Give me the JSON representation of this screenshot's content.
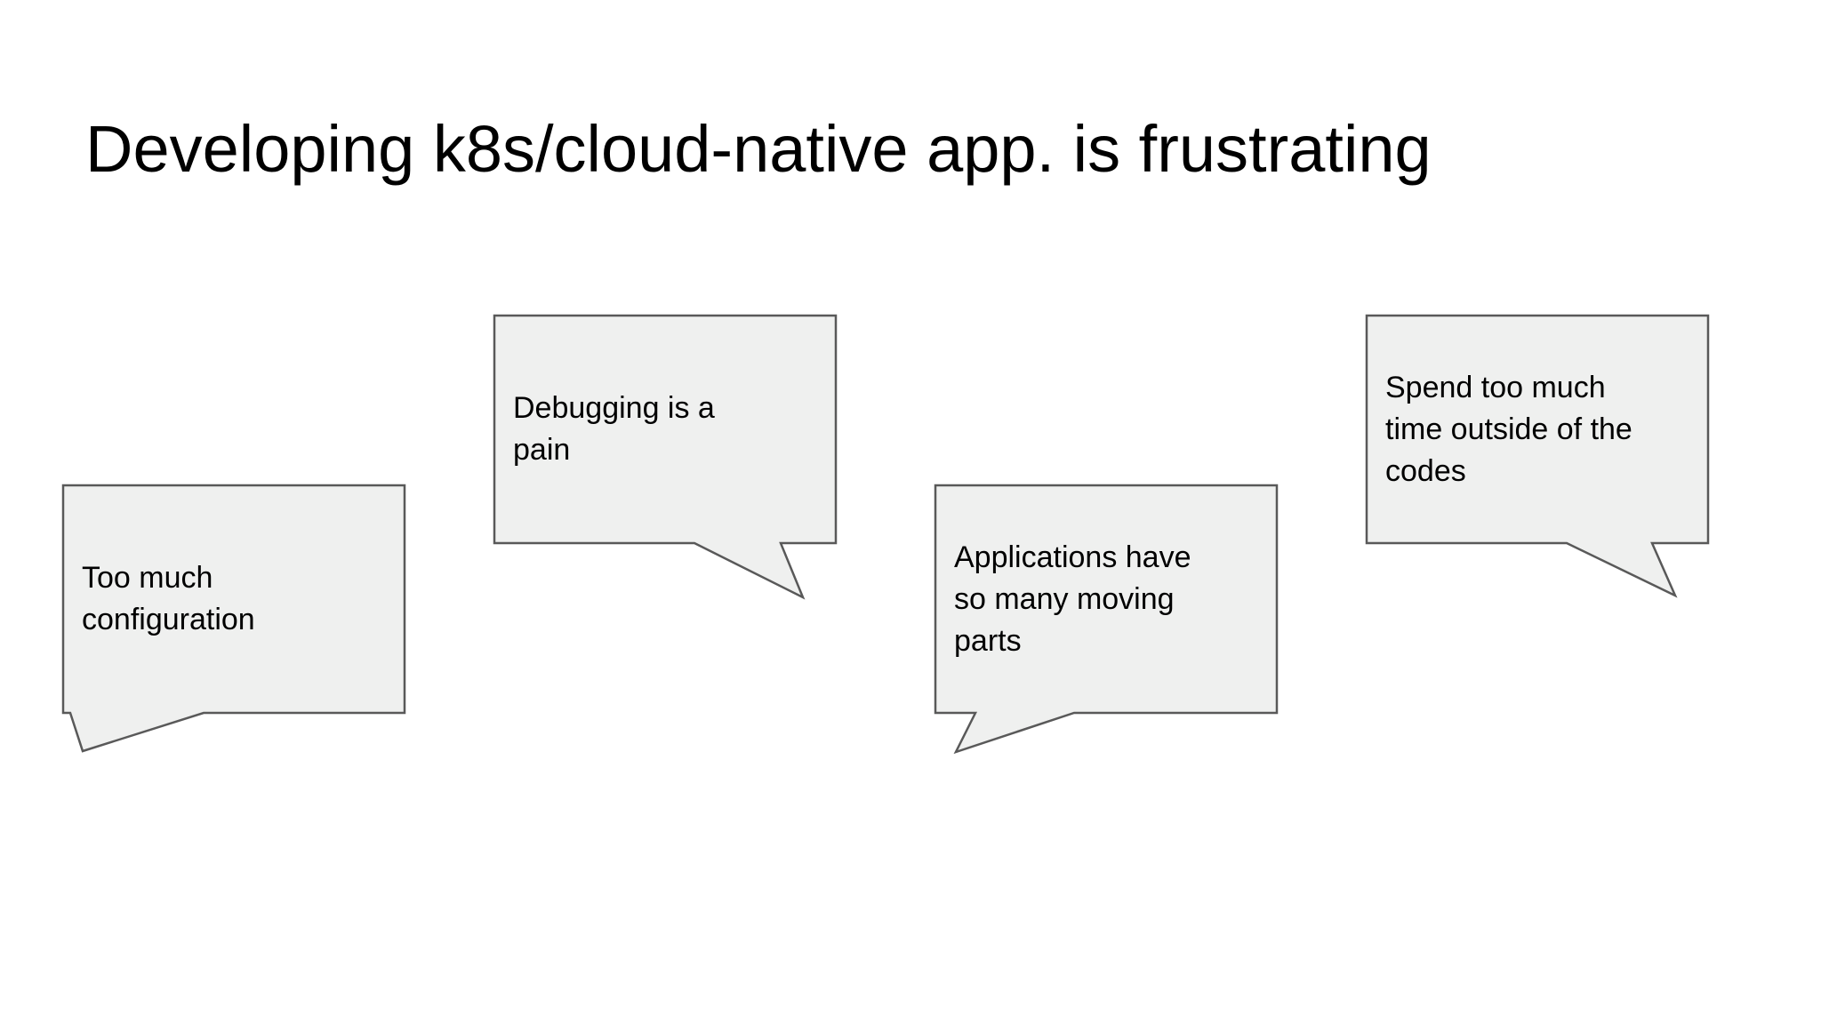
{
  "slide": {
    "title": "Developing k8s/cloud-native app. is frustrating",
    "colors": {
      "background": "#ffffff",
      "bubble_fill": "#eff0ef",
      "bubble_border": "#595959",
      "text": "#000000"
    },
    "bubbles": [
      {
        "text": "Too much\nconfiguration",
        "tail": "bottom-left"
      },
      {
        "text": "Debugging is a\npain",
        "tail": "bottom-right"
      },
      {
        "text": "Applications have\nso many moving\nparts",
        "tail": "bottom-left"
      },
      {
        "text": "Spend too much\ntime outside of the\ncodes",
        "tail": "bottom-right"
      }
    ]
  }
}
